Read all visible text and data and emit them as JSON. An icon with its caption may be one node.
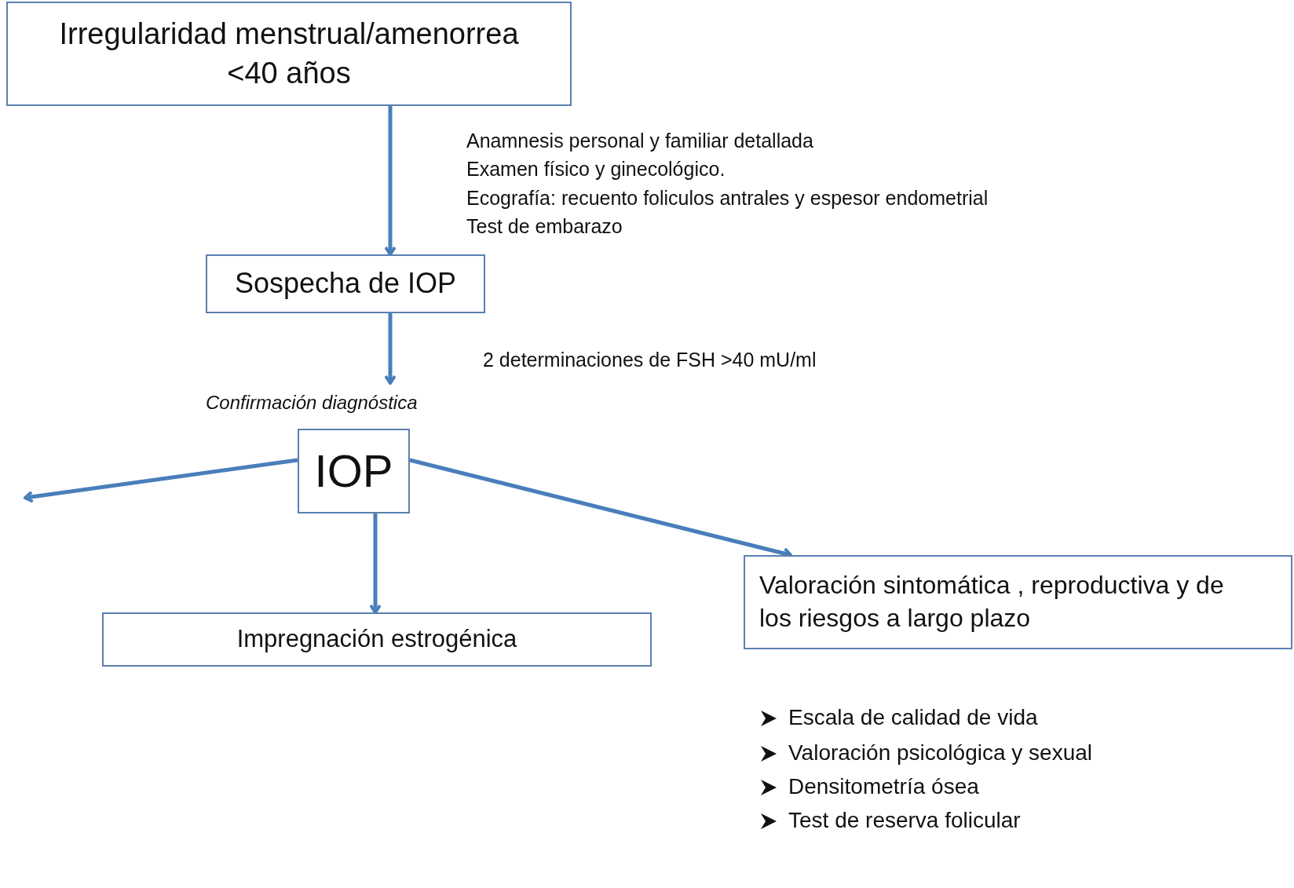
{
  "diagram": {
    "nodes": [
      {
        "text": [
          "Irregularidad menstrual/amenorrea <40 años"
        ]
      },
      {
        "text": [
          "Sospecha de IOP"
        ]
      },
      {
        "text": [
          "IOP"
        ],
        "beside": [
          "Confirmación  diagnóstica"
        ]
      },
      {
        "text": [
          "Impregnación estrogénica"
        ]
      },
      {
        "text": [
          "Valoración sintomática , reproductiva y de los riesgos a largo plazo"
        ]
      }
    ],
    "edges": [
      {
        "from": 0,
        "to": 1,
        "arrow": "to"
      },
      {
        "from": 1,
        "to": 2,
        "arrow": "to"
      },
      {
        "from": 2,
        "to": null,
        "arrow": "to"
      },
      {
        "from": 2,
        "to": 3,
        "arrow": "to"
      },
      {
        "from": 2,
        "to": 4,
        "arrow": "to"
      }
    ],
    "labels": [
      "Anamnesis personal y familiar detallada",
      "Examen físico y ginecológico.",
      "Ecografía: recuento foliculos antrales y  espesor endometrial",
      "Test de embarazo",
      "2 determinaciones de FSH >40 mU/ml",
      "Escala de calidad de vida",
      "Valoración psicológica y sexual",
      "Densitometría ósea",
      "Test de reserva folicular"
    ]
  }
}
